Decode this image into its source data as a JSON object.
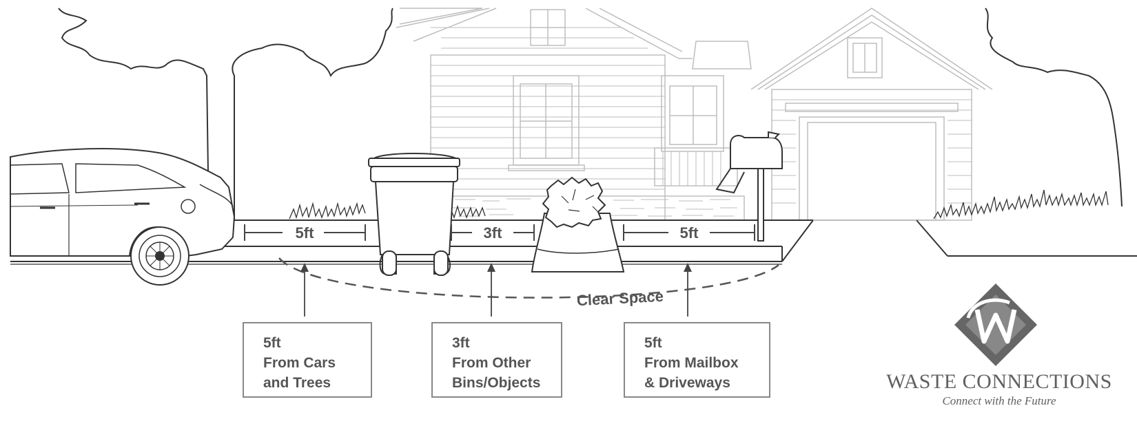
{
  "measurements": [
    {
      "label": "5ft"
    },
    {
      "label": "3ft"
    },
    {
      "label": "5ft"
    }
  ],
  "clear_space_label": "Clear Space",
  "callouts": [
    {
      "lines": [
        "5ft",
        "From Cars",
        "and Trees"
      ]
    },
    {
      "lines": [
        "3ft",
        "From Other",
        "Bins/Objects"
      ]
    },
    {
      "lines": [
        "5ft",
        "From Mailbox",
        "& Driveways"
      ]
    }
  ],
  "logo": {
    "name": "Waste Connections",
    "tagline": "Connect with the Future"
  },
  "colors": {
    "line_dark": "#333333",
    "line_light": "#bdbdbd",
    "label_text": "#555555",
    "logo_gray": "#666666"
  }
}
